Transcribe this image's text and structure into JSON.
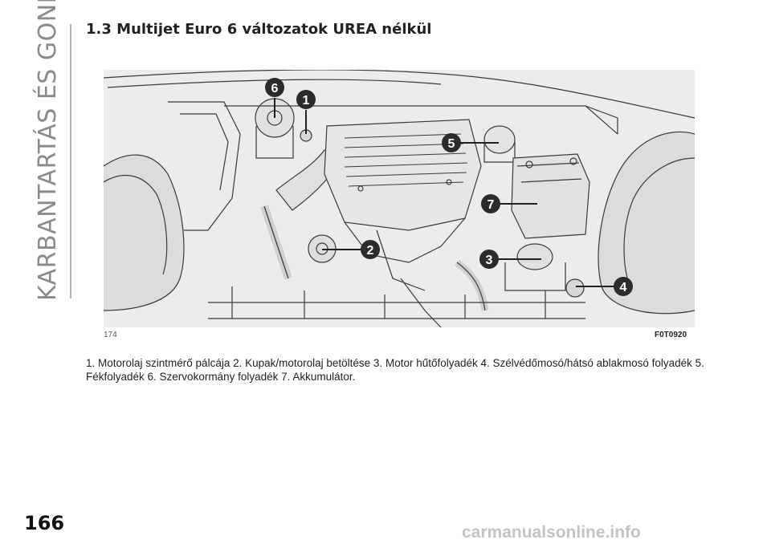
{
  "section_label": "KARBANTARTÁS ÉS GONDOZÁS",
  "title": "1.3 Multijet Euro 6 változatok UREA nélkül",
  "figure": {
    "number": "174",
    "code": "F0T0920",
    "callouts": [
      "6",
      "1",
      "5",
      "7",
      "2",
      "3",
      "4"
    ]
  },
  "caption": "1. Motorolaj szintmérő pálcája 2. Kupak/motorolaj betöltése 3. Motor hűtőfolyadék 4. Szélvédőmosó/hátsó ablakmosó folyadék 5. Fékfolyadék 6. Szervokormány folyadék 7. Akkumulátor.",
  "page_number": "166",
  "watermark": "carmanualsonline.info",
  "colors": {
    "figure_bg": "#ececec",
    "callout": "#2b2b2b",
    "line_art": "#3a3a3a"
  }
}
